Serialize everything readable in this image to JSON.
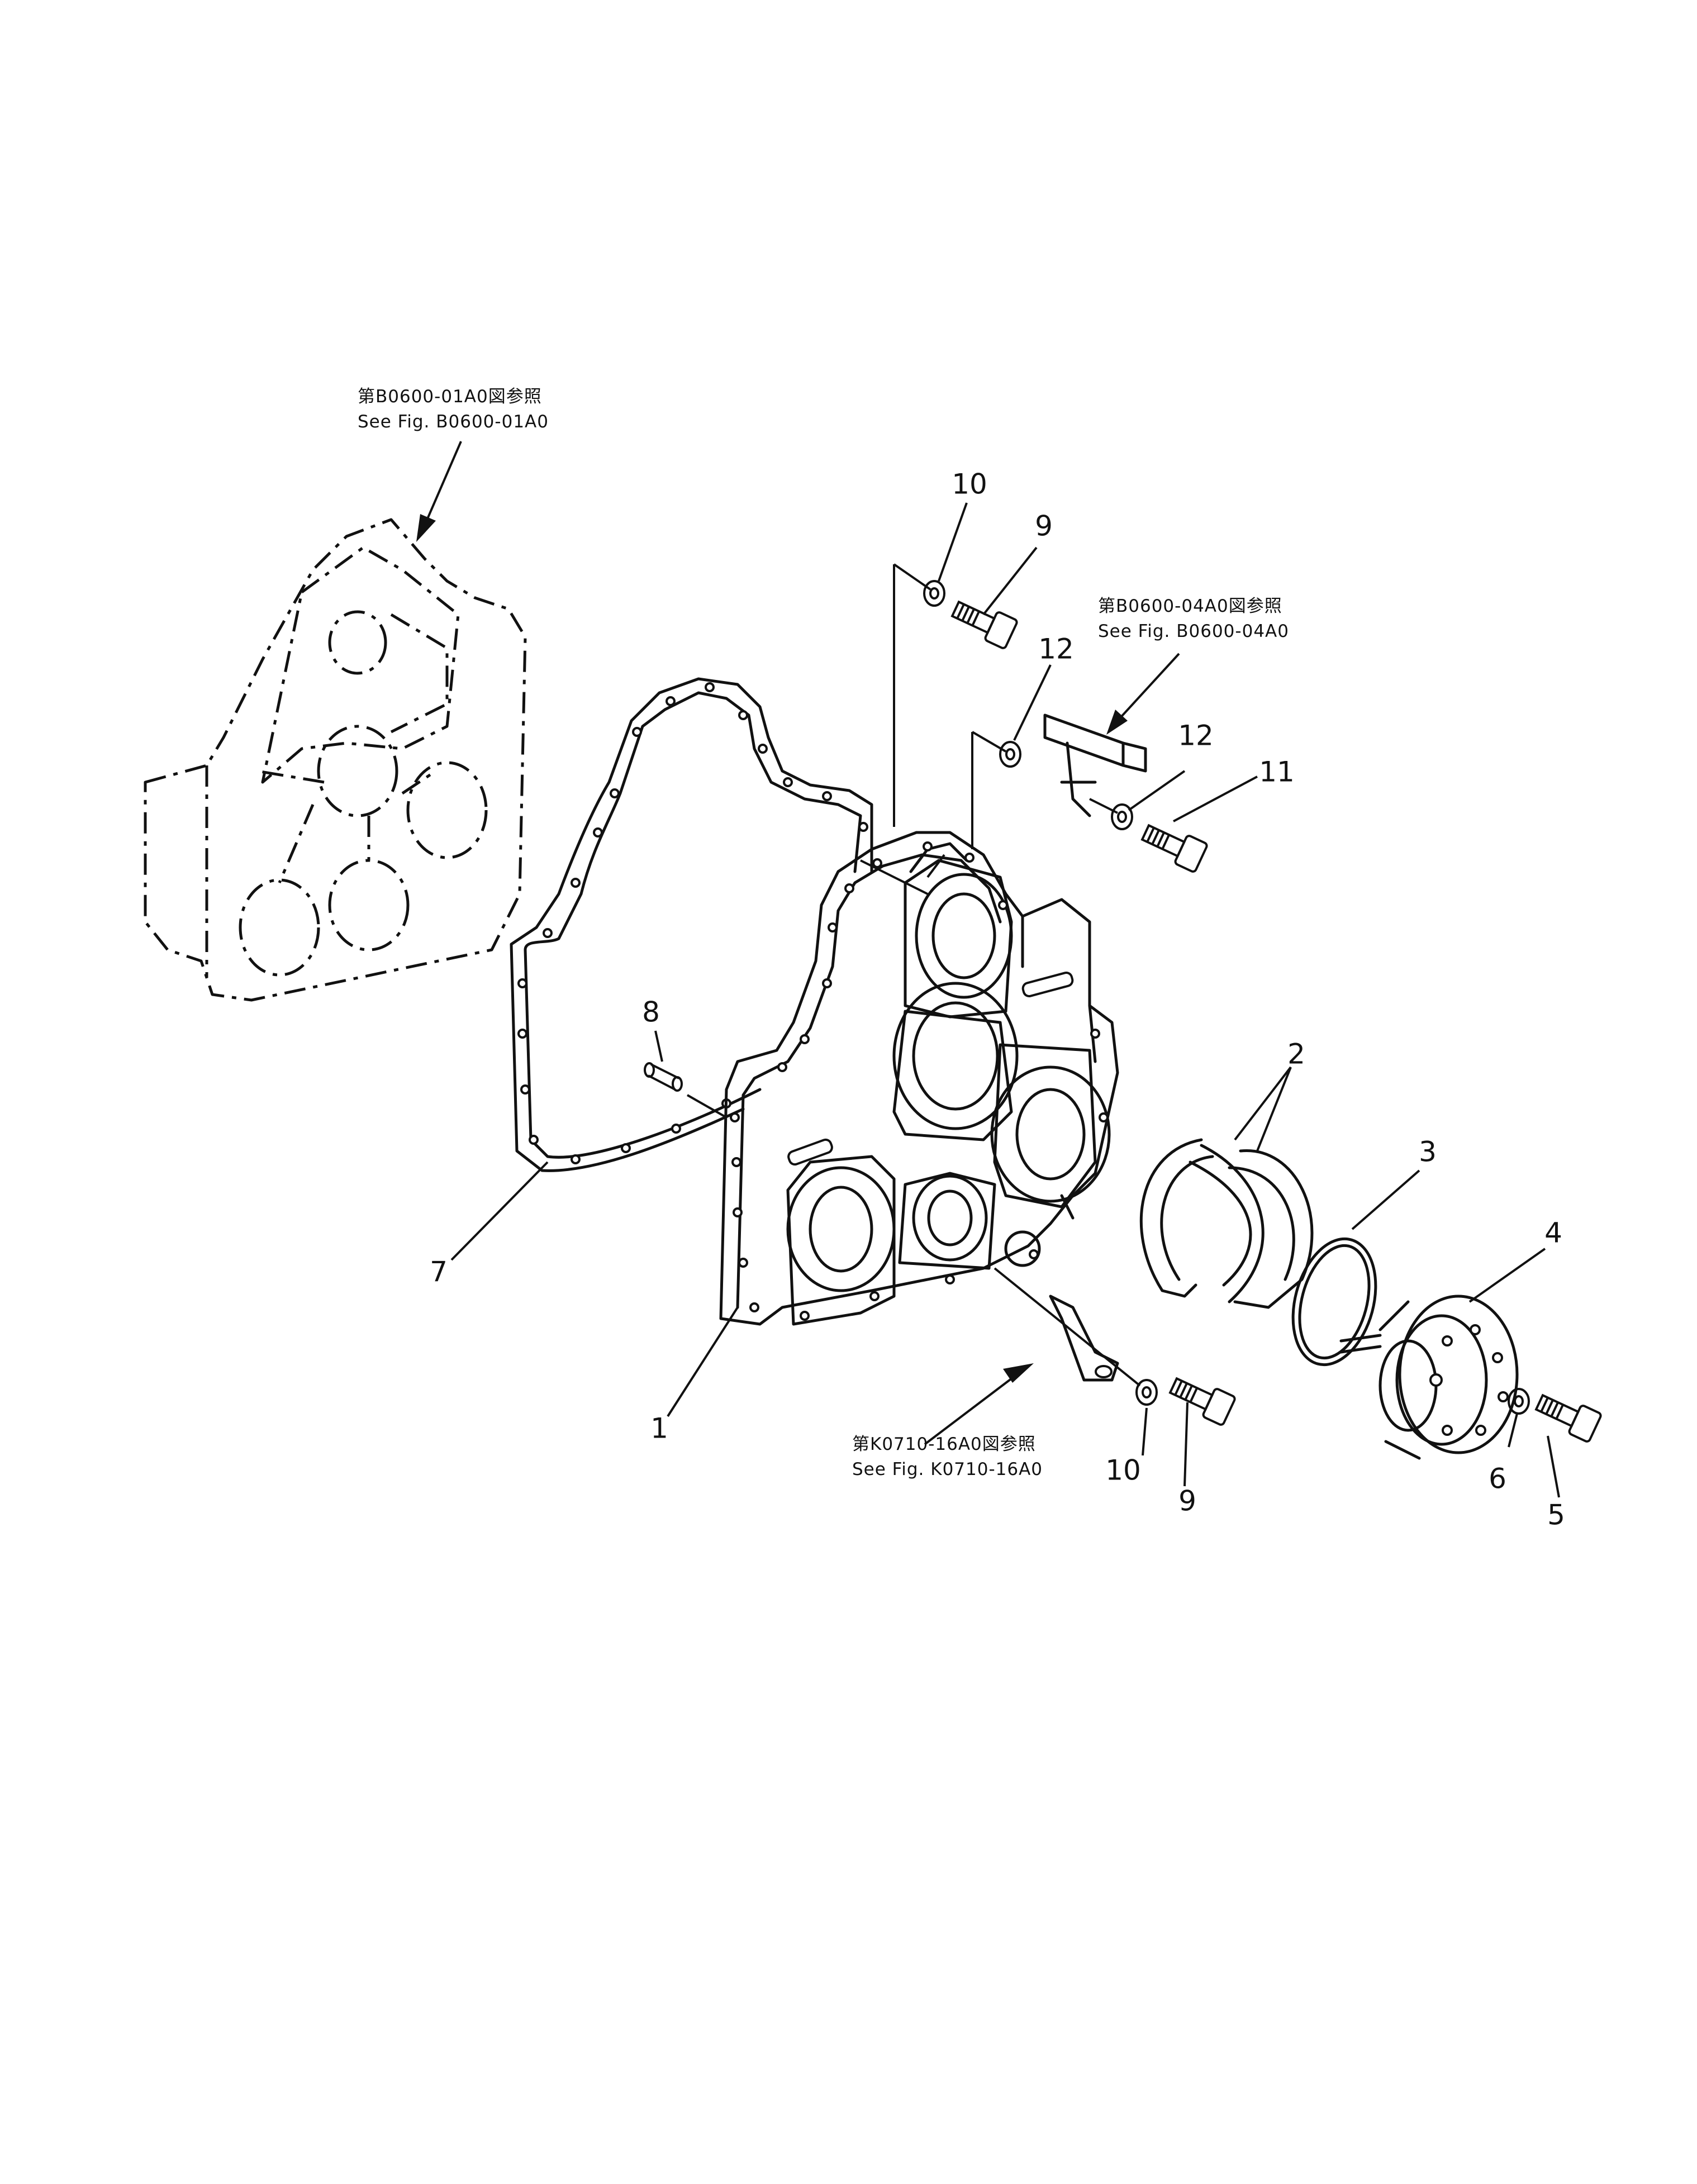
{
  "references": [
    {
      "id": "ref-b0600-01a0",
      "jp": "第B0600-01A0図参照",
      "en": "See  Fig. B0600-01A0"
    },
    {
      "id": "ref-b0600-04a0",
      "jp": "第B0600-04A0図参照",
      "en": "See  Fig. B0600-04A0"
    },
    {
      "id": "ref-k0710-16a0",
      "jp": "第K0710-16A0図参照",
      "en": "See  Fig. K0710-16A0"
    }
  ],
  "callouts": [
    "1",
    "2",
    "3",
    "4",
    "5",
    "6",
    "7",
    "8",
    "9",
    "10",
    "11",
    "12",
    "9",
    "10",
    "12"
  ]
}
